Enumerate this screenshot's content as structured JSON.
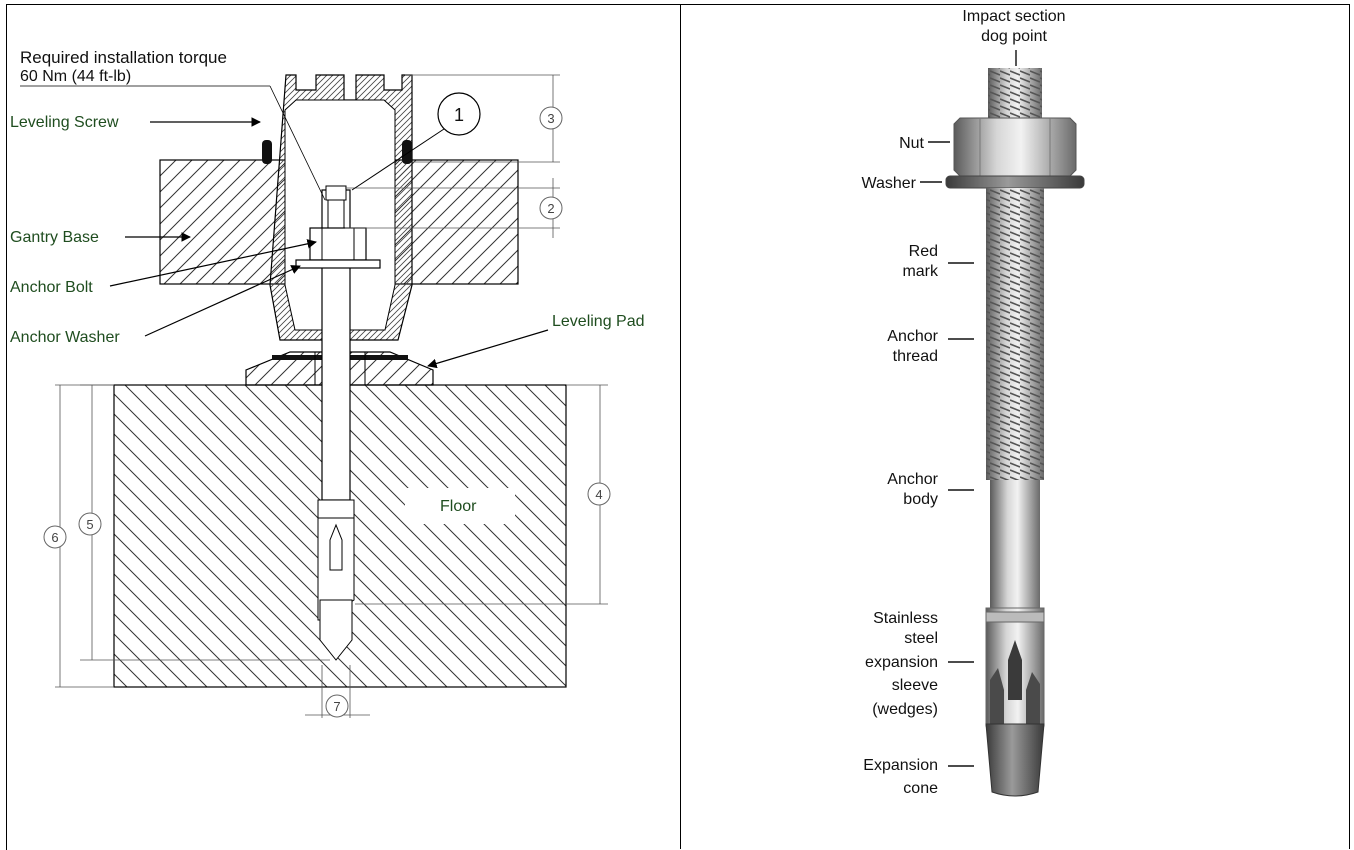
{
  "drawing": {
    "torque_line1": "Required installation torque",
    "torque_line2": "60 Nm (44 ft-lb)",
    "labels": {
      "leveling_screw": "Leveling Screw",
      "gantry_base": "Gantry Base",
      "anchor_bolt": "Anchor Bolt",
      "anchor_washer": "Anchor Washer",
      "leveling_pad": "Leveling Pad",
      "floor": "Floor"
    },
    "callout": "1",
    "dims": [
      "2",
      "3",
      "4",
      "5",
      "6",
      "7"
    ]
  },
  "anchor": {
    "impact_line1": "Impact section",
    "impact_line2": "dog point",
    "nut": "Nut",
    "washer": "Washer",
    "red_mark": [
      "Red",
      "mark"
    ],
    "anchor_thread": [
      "Anchor",
      "thread"
    ],
    "anchor_body": [
      "Anchor",
      "body"
    ],
    "sleeve": [
      "Stainless",
      "steel",
      "expansion",
      "sleeve",
      "(wedges)"
    ],
    "cone": [
      "Expansion",
      "cone"
    ]
  },
  "colors": {
    "label_green": "#1f4d1f",
    "line": "#000000"
  }
}
